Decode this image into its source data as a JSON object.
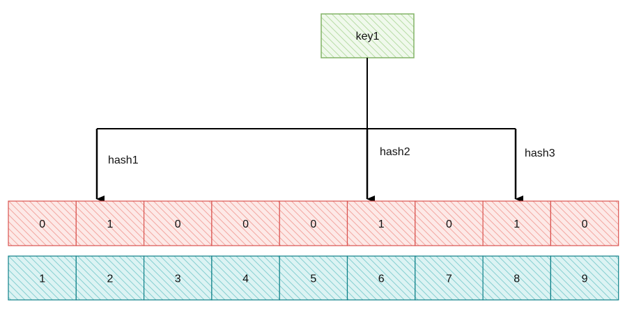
{
  "key": {
    "label": "key1",
    "fill": "#e3f3dc",
    "stroke": "#82b366"
  },
  "hash_labels": [
    "hash1",
    "hash2",
    "hash3"
  ],
  "bit_array": {
    "values": [
      "0",
      "1",
      "0",
      "0",
      "0",
      "1",
      "0",
      "1",
      "0"
    ],
    "fill": "#fbdad7",
    "stroke": "#d9534f"
  },
  "index_array": {
    "values": [
      "1",
      "2",
      "3",
      "4",
      "5",
      "6",
      "7",
      "8",
      "9"
    ],
    "fill": "#c8ebeb",
    "stroke": "#0e8088"
  },
  "hash_targets": [
    1,
    5,
    7
  ]
}
